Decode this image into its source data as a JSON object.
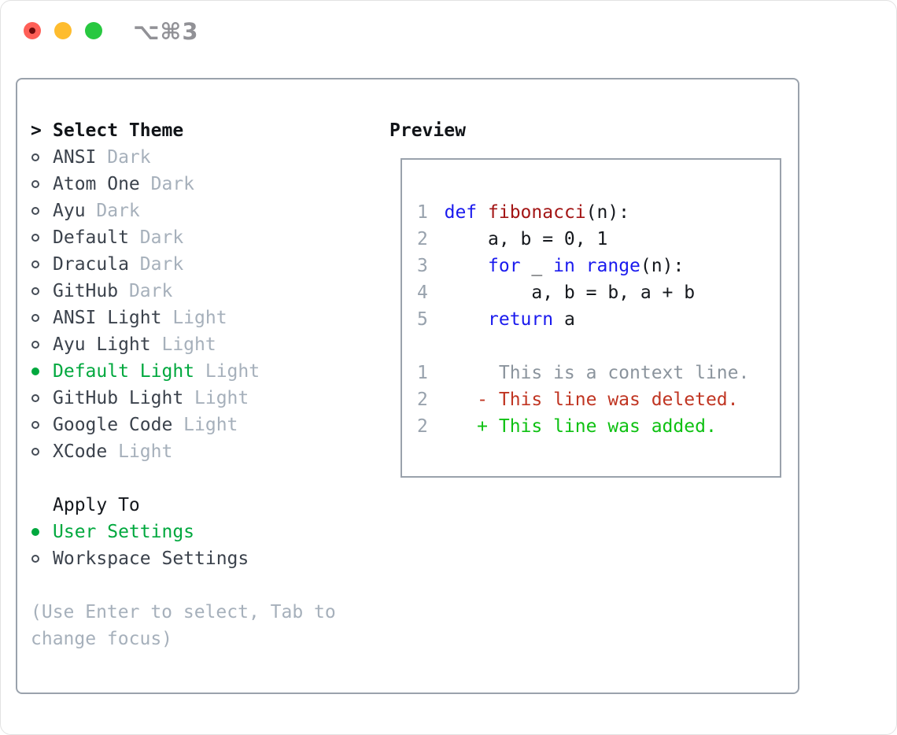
{
  "window": {
    "shortcut": "⌥⌘3",
    "traffic_lights": [
      "close",
      "minimize",
      "zoom"
    ]
  },
  "colors": {
    "selection_green": "#00a83e",
    "keyword_blue": "#1a1aee",
    "function_red": "#a31515",
    "diff_deleted_red": "#c03522",
    "diff_added_green": "#0ec112",
    "muted_gray": "#a6b0bb",
    "border_gray": "#9aa2ac"
  },
  "theme_picker": {
    "prompt": ">",
    "title": "Select Theme",
    "items": [
      {
        "name": "ANSI",
        "variant": "Dark",
        "selected": false
      },
      {
        "name": "Atom One",
        "variant": "Dark",
        "selected": false
      },
      {
        "name": "Ayu",
        "variant": "Dark",
        "selected": false
      },
      {
        "name": "Default",
        "variant": "Dark",
        "selected": false
      },
      {
        "name": "Dracula",
        "variant": "Dark",
        "selected": false
      },
      {
        "name": "GitHub",
        "variant": "Dark",
        "selected": false
      },
      {
        "name": "ANSI Light",
        "variant": "Light",
        "selected": false
      },
      {
        "name": "Ayu Light",
        "variant": "Light",
        "selected": false
      },
      {
        "name": "Default Light",
        "variant": "Light",
        "selected": true
      },
      {
        "name": "GitHub Light",
        "variant": "Light",
        "selected": false
      },
      {
        "name": "Google Code",
        "variant": "Light",
        "selected": false
      },
      {
        "name": "XCode",
        "variant": "Light",
        "selected": false
      }
    ]
  },
  "apply_to": {
    "title": "Apply To",
    "options": [
      {
        "label": "User Settings",
        "selected": true
      },
      {
        "label": "Workspace Settings",
        "selected": false
      }
    ]
  },
  "help_text": "(Use Enter to select, Tab to change focus)",
  "preview": {
    "title": "Preview",
    "code_lines": [
      {
        "num": "1",
        "segs": {
          "s0": "def",
          "s1": " ",
          "s2": "fibonacci",
          "s3": "(n):"
        }
      },
      {
        "num": "2",
        "segs": {
          "s0": "    a, b = 0, 1"
        }
      },
      {
        "num": "3",
        "segs": {
          "s0": "    ",
          "s1": "for",
          "s2": " _ ",
          "s3": "in",
          "s4": " ",
          "s5": "range",
          "s6": "(n):"
        }
      },
      {
        "num": "4",
        "segs": {
          "s0": "        a, b = b, a + b"
        }
      },
      {
        "num": "5",
        "segs": {
          "s0": "    ",
          "s1": "return",
          "s2": " a"
        }
      }
    ],
    "diff_lines": [
      {
        "num": "1",
        "text": "     This is a context line.",
        "kind": "context"
      },
      {
        "num": "2",
        "text": "   - This line was deleted.",
        "kind": "deleted"
      },
      {
        "num": "2",
        "text": "   + This line was added.",
        "kind": "added"
      }
    ]
  }
}
